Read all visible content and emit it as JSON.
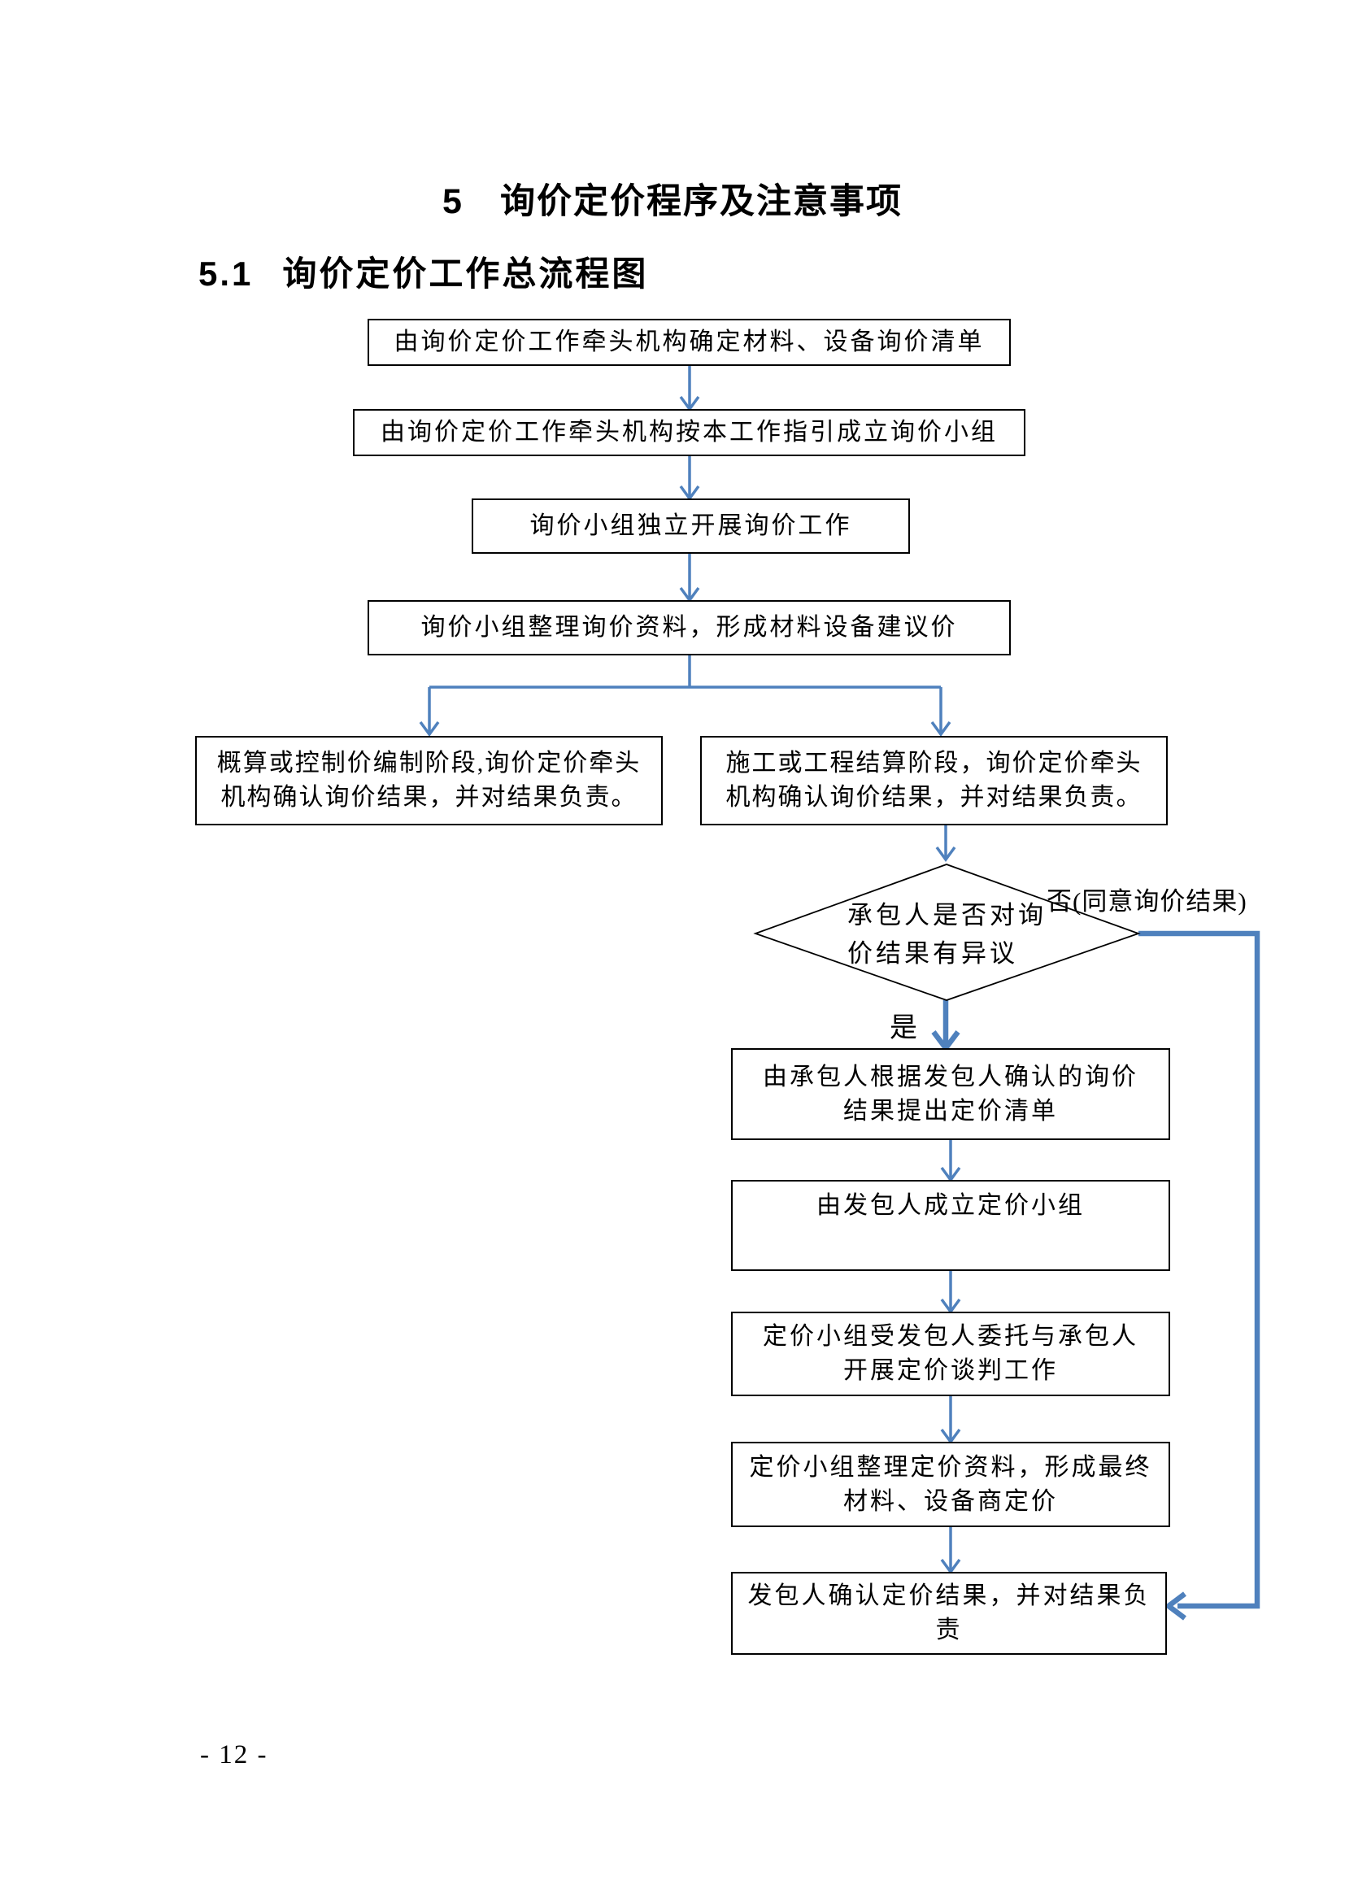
{
  "header": {
    "chapter_title": "5　询价定价程序及注意事项",
    "section_number": "5.1",
    "section_title": "询价定价工作总流程图"
  },
  "flowchart": {
    "nodes": {
      "box1": {
        "line1": "由询价定价工作牵头机构确定材料、设备询价清单"
      },
      "box2": {
        "line1": "由询价定价工作牵头机构按本工作指引成立询价小组"
      },
      "box3": {
        "line1": "询价小组独立开展询价工作"
      },
      "box4": {
        "line1": "询价小组整理询价资料，形成材料设备建议价"
      },
      "box_left": {
        "line1": "概算或控制价编制阶段,询价定价牵头",
        "line2": "机构确认询价结果，并对结果负责。"
      },
      "box_right": {
        "line1": "施工或工程结算阶段，询价定价牵头",
        "line2": "机构确认询价结果，并对结果负责。"
      },
      "decision": {
        "line1": "承包人是否对询",
        "line2": "价结果有异议"
      },
      "box5": {
        "line1": "由承包人根据发包人确认的询价",
        "line2": "结果提出定价清单"
      },
      "box6": {
        "line1": "由发包人成立定价小组"
      },
      "box7": {
        "line1": "定价小组受发包人委托与承包人",
        "line2": "开展定价谈判工作"
      },
      "box8": {
        "line1": "定价小组整理定价资料，形成最终",
        "line2": "材料、设备商定价"
      },
      "box9": {
        "line1": "发包人确认定价结果，并对结果负",
        "line2": "责"
      }
    },
    "edge_labels": {
      "no": "否(同意询价结果)",
      "yes": "是"
    }
  },
  "footer": {
    "page_number": "- 12 -"
  },
  "colors": {
    "connector_blue": "#4f81bd",
    "box_border": "#000000"
  }
}
